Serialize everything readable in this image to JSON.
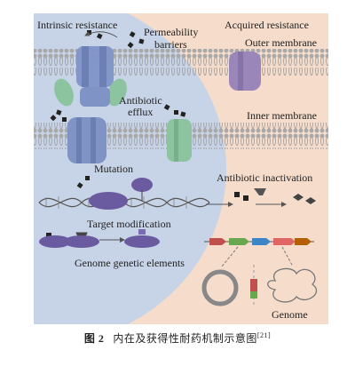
{
  "labels": {
    "intrinsic": "Intrinsic resistance",
    "acquired": "Acquired resistance",
    "permeability_1": "Permeability",
    "permeability_2": "barriers",
    "outer_membrane": "Outer membrane",
    "inner_membrane": "Inner membrane",
    "efflux_1": "Antibiotic",
    "efflux_2": "efflux",
    "mutation": "Mutation",
    "inactivation": "Antibiotic inactivation",
    "target_modification": "Target modification",
    "genome_elements": "Genome genetic elements",
    "genome": "Genome"
  },
  "caption": {
    "fig": "图 2",
    "text": "内在及获得性耐药机制示意图",
    "ref": "[21]"
  },
  "colors": {
    "intrinsic_bg": "#c7d3e6",
    "acquired_bg": "#f5dccb",
    "membrane": "#b9b9b9",
    "pump_blue": "#7f93c4",
    "pump_green": "#8cc49f",
    "pump_purple": "#9a86b8",
    "ribosome": "#6a5aa0",
    "drug": "#222222"
  }
}
